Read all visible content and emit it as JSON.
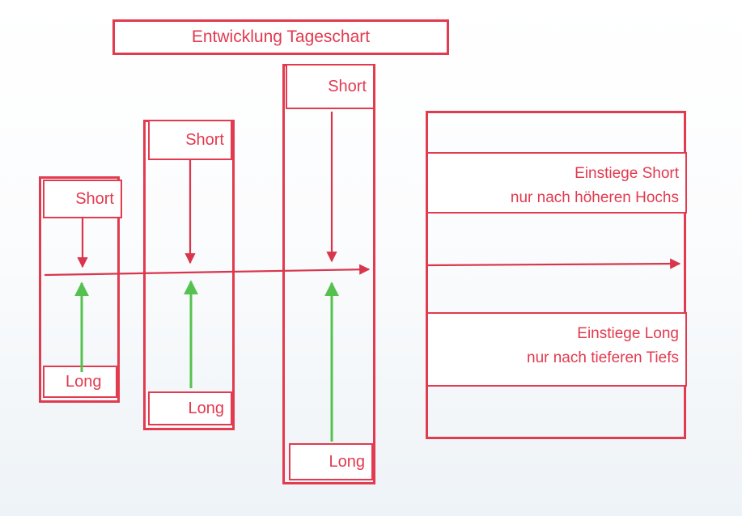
{
  "title": "Entwicklung Tageschart",
  "columns": [
    {
      "short_label": "Short",
      "long_label": "Long"
    },
    {
      "short_label": "Short",
      "long_label": "Long"
    },
    {
      "short_label": "Short",
      "long_label": "Long"
    }
  ],
  "info": {
    "short_line1": "Einstiege Short",
    "short_line2": "nur nach höheren Hochs",
    "long_line1": "Einstiege Long",
    "long_line2": "nur nach tieferen Tiefs"
  },
  "colors": {
    "frame": "#e23a4f",
    "short_arrow": "#d9364c",
    "long_arrow": "#55c24f",
    "axis_arrow": "#d9364c"
  }
}
